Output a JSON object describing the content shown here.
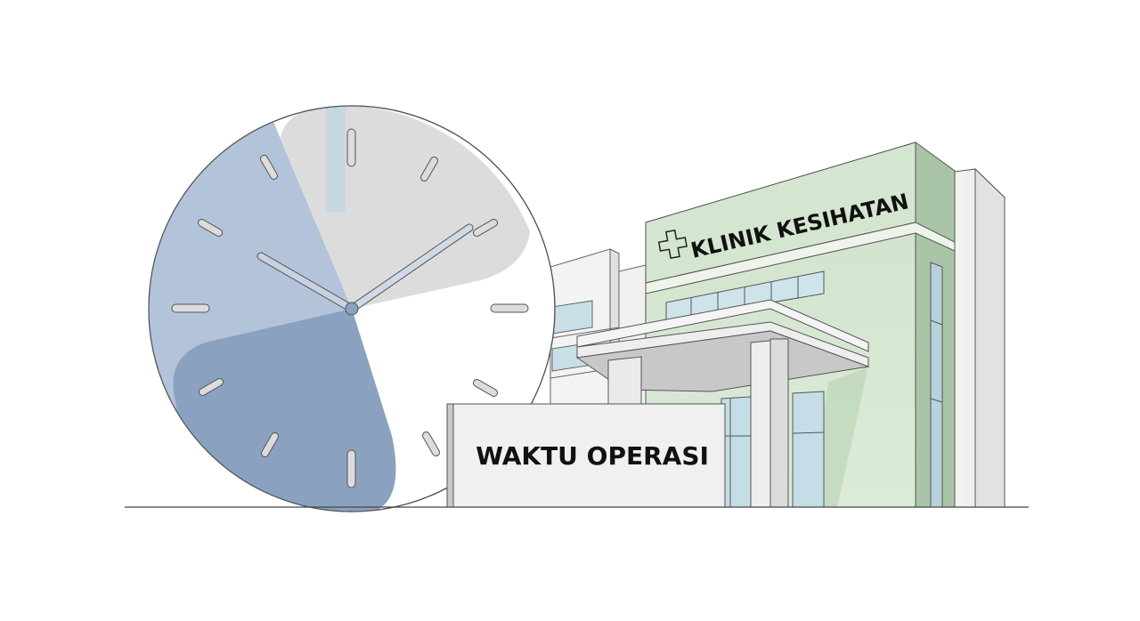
{
  "illustration": {
    "clinic_sign": {
      "text": "KLINIK KESIHATAN",
      "icon": "medical-cross-icon"
    },
    "hours_sign": {
      "text": "WAKTU OPERASI"
    },
    "clock": {
      "hour_hand_position": "approx 10",
      "minute_hand_position": "approx 10",
      "tick_count": 12
    },
    "colors": {
      "clock_blue_light": "#b3c4da",
      "clock_blue_dark": "#8aa2c0",
      "clock_gray": "#dcdcdc",
      "building_green": "#d8e8d4",
      "building_green_dark": "#a9c4a6",
      "glass_blue": "#c5dde6",
      "sign_bg": "#f0f0f0",
      "outline": "#555555"
    }
  }
}
